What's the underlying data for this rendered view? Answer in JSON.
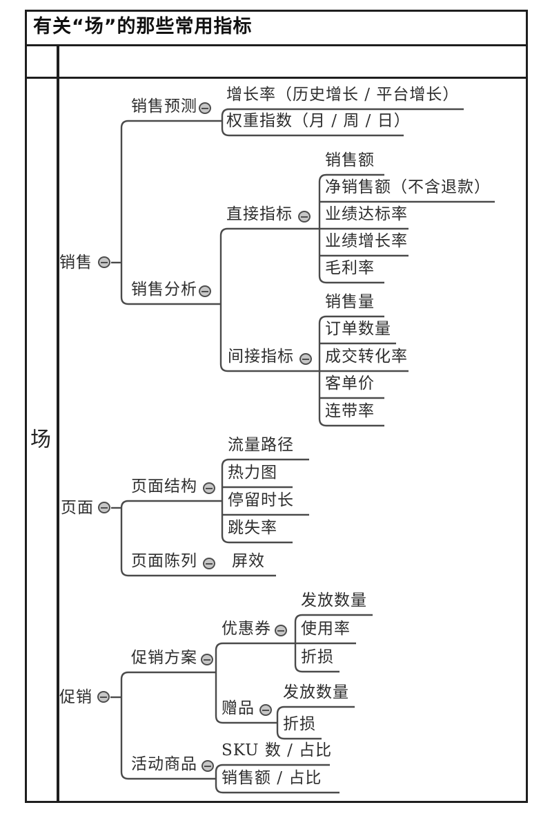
{
  "figure": {
    "title": "有关“场”的那些常用指标",
    "collapse_icon": "minus-circle",
    "colors": {
      "frame": "#1e1e1e",
      "line": "#4a4a4a",
      "icon_fill": "#c7c7c7",
      "text": "#2d2d2d"
    },
    "root": {
      "label": "场",
      "children": [
        {
          "label": "销售",
          "children": [
            {
              "label": "销售预测",
              "children": [
                {
                  "label": "增长率（历史增长 / 平台增长）"
                },
                {
                  "label": "权重指数（月 / 周 / 日）"
                }
              ]
            },
            {
              "label": "销售分析",
              "children": [
                {
                  "label": "直接指标",
                  "children": [
                    {
                      "label": "销售额"
                    },
                    {
                      "label": "净销售额（不含退款）"
                    },
                    {
                      "label": "业绩达标率"
                    },
                    {
                      "label": "业绩增长率"
                    },
                    {
                      "label": "毛利率"
                    }
                  ]
                },
                {
                  "label": "间接指标",
                  "children": [
                    {
                      "label": "销售量"
                    },
                    {
                      "label": "订单数量"
                    },
                    {
                      "label": "成交转化率"
                    },
                    {
                      "label": "客单价"
                    },
                    {
                      "label": "连带率"
                    }
                  ]
                }
              ]
            }
          ]
        },
        {
          "label": "页面",
          "children": [
            {
              "label": "页面结构",
              "children": [
                {
                  "label": "流量路径"
                },
                {
                  "label": "热力图"
                },
                {
                  "label": "停留时长"
                },
                {
                  "label": "跳失率"
                }
              ]
            },
            {
              "label": "页面陈列",
              "children": [
                {
                  "label": "屏效"
                }
              ]
            }
          ]
        },
        {
          "label": "促销",
          "children": [
            {
              "label": "促销方案",
              "children": [
                {
                  "label": "优惠券",
                  "children": [
                    {
                      "label": "发放数量"
                    },
                    {
                      "label": "使用率"
                    },
                    {
                      "label": "折损"
                    }
                  ]
                },
                {
                  "label": "赠品",
                  "children": [
                    {
                      "label": "发放数量"
                    },
                    {
                      "label": "折损"
                    }
                  ]
                }
              ]
            },
            {
              "label": "活动商品",
              "children": [
                {
                  "label": "SKU 数 / 占比"
                },
                {
                  "label": "销售额 / 占比"
                }
              ]
            }
          ]
        }
      ]
    }
  }
}
